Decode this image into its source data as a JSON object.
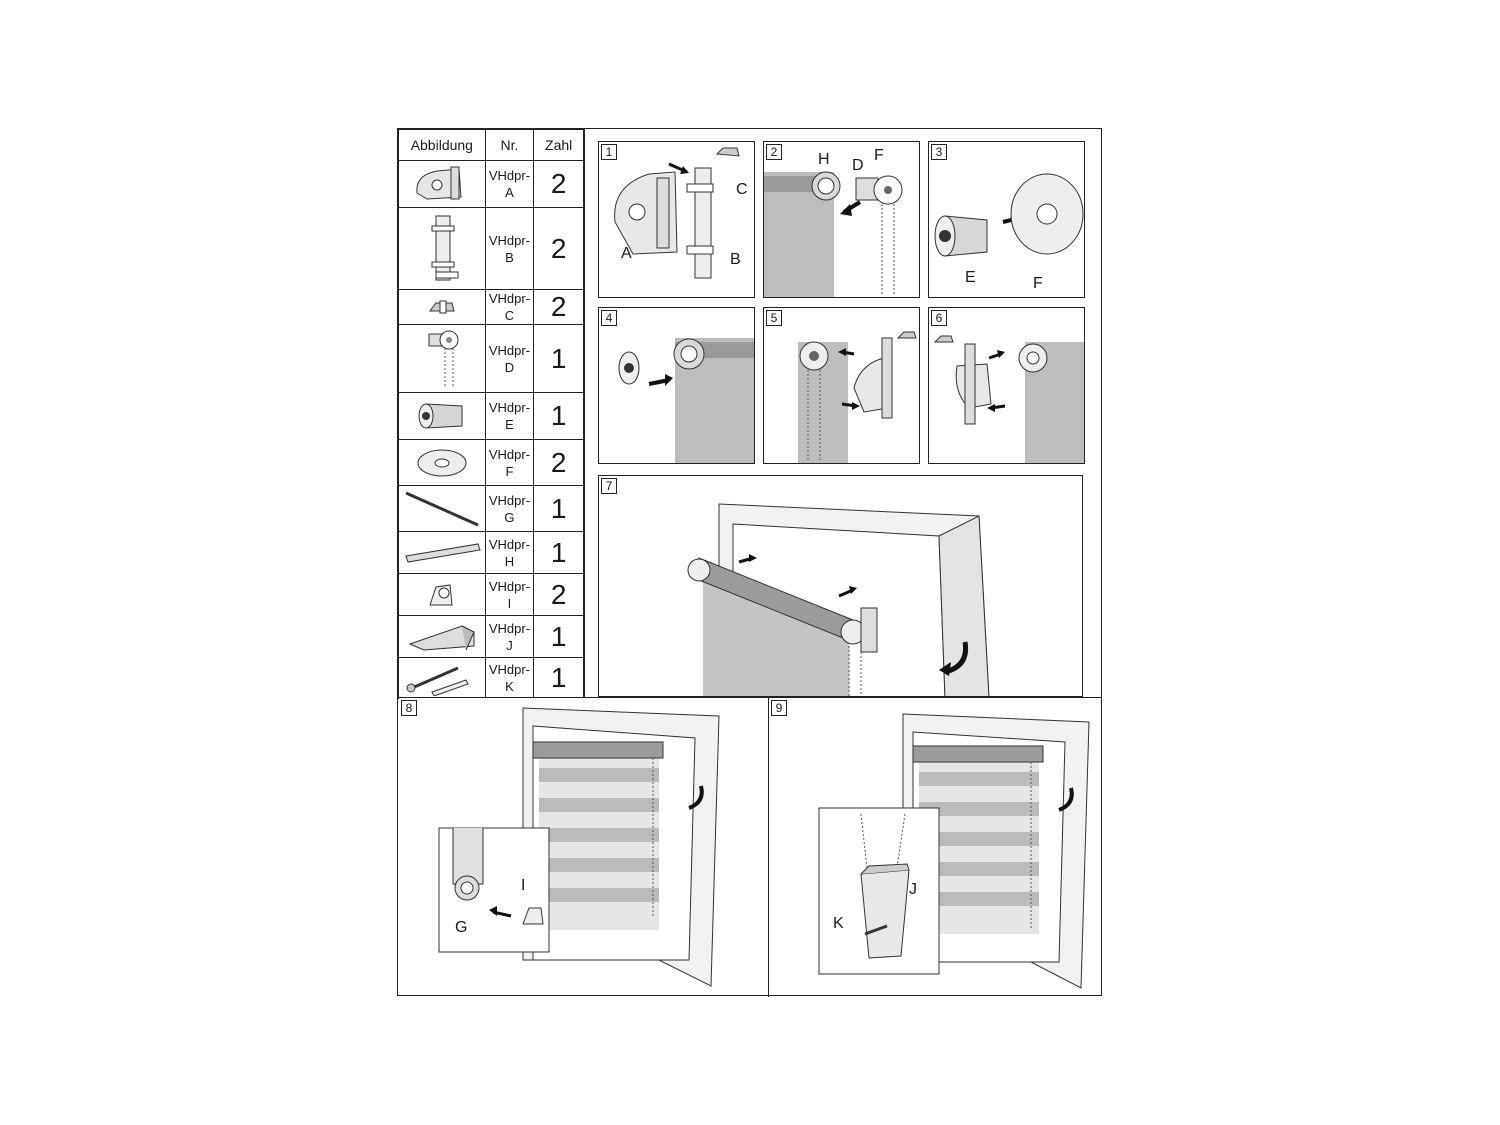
{
  "table": {
    "headers": [
      "Abbildung",
      "Nr.",
      "Zahl"
    ],
    "rows": [
      {
        "code_line1": "VHdpr-",
        "code_line2": "A",
        "qty": "2",
        "icon": "bracket-icon"
      },
      {
        "code_line1": "VHdpr-",
        "code_line2": "B",
        "qty": "2",
        "icon": "mount-plate-icon"
      },
      {
        "code_line1": "VHdpr-",
        "code_line2": "C",
        "qty": "2",
        "icon": "clip-icon"
      },
      {
        "code_line1": "VHdpr-",
        "code_line2": "D",
        "qty": "1",
        "icon": "chain-drive-icon"
      },
      {
        "code_line1": "VHdpr-",
        "code_line2": "E",
        "qty": "1",
        "icon": "end-plug-icon"
      },
      {
        "code_line1": "VHdpr-",
        "code_line2": "F",
        "qty": "2",
        "icon": "washer-icon"
      },
      {
        "code_line1": "VHdpr-",
        "code_line2": "G",
        "qty": "1",
        "icon": "rod-icon"
      },
      {
        "code_line1": "VHdpr-",
        "code_line2": "H",
        "qty": "1",
        "icon": "bottom-rail-icon"
      },
      {
        "code_line1": "VHdpr-",
        "code_line2": "I",
        "qty": "2",
        "icon": "end-cap-icon"
      },
      {
        "code_line1": "VHdpr-",
        "code_line2": "J",
        "qty": "1",
        "icon": "chain-guard-icon"
      },
      {
        "code_line1": "VHdpr-",
        "code_line2": "K",
        "qty": "1",
        "icon": "screw-dowel-icon"
      }
    ]
  },
  "steps": [
    {
      "num": "1",
      "labels": [
        "A",
        "B",
        "C"
      ]
    },
    {
      "num": "2",
      "labels": [
        "H",
        "D",
        "F"
      ]
    },
    {
      "num": "3",
      "labels": [
        "E",
        "F"
      ]
    },
    {
      "num": "4",
      "labels": []
    },
    {
      "num": "5",
      "labels": []
    },
    {
      "num": "6",
      "labels": []
    },
    {
      "num": "7",
      "labels": []
    },
    {
      "num": "8",
      "labels": [
        "G",
        "I"
      ]
    },
    {
      "num": "9",
      "labels": [
        "K",
        "J"
      ]
    }
  ]
}
